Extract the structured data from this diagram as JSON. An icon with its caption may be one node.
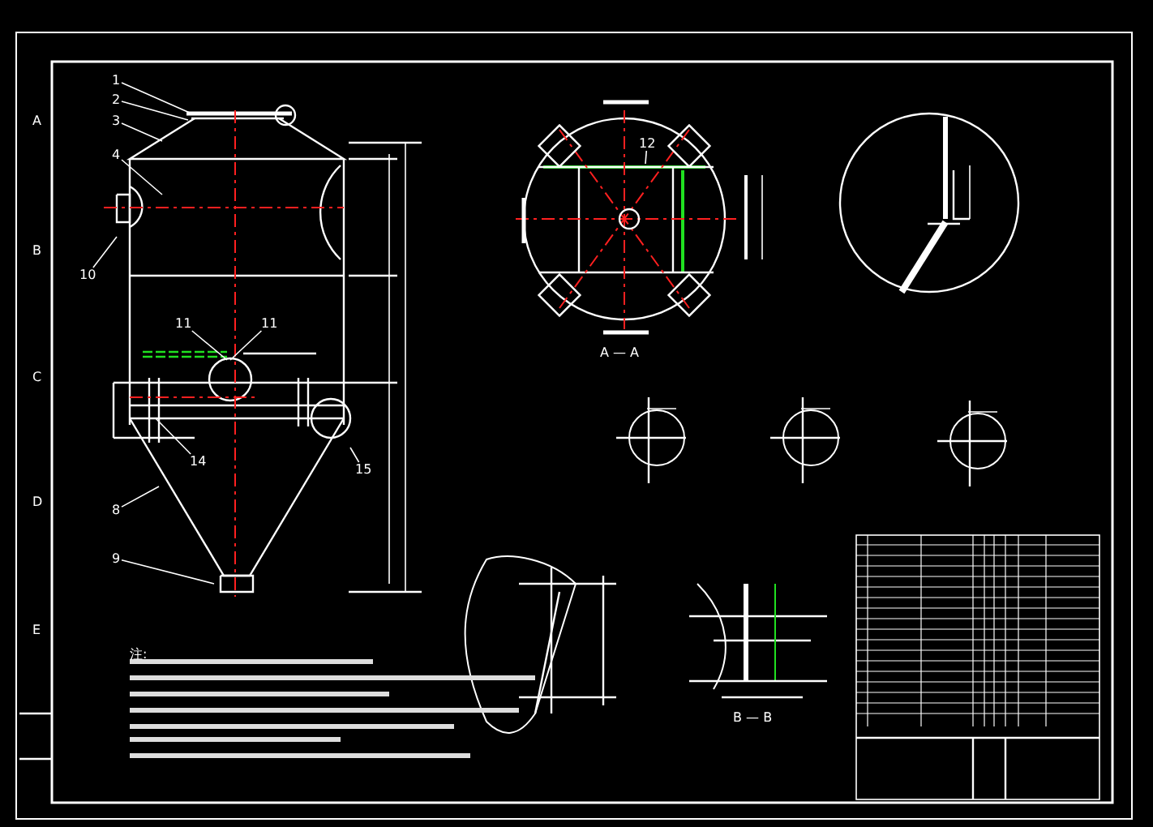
{
  "diagram": {
    "nodes": [
      {
        "text": [
          "1"
        ]
      },
      {
        "text": [
          "2"
        ]
      },
      {
        "text": [
          "3"
        ]
      },
      {
        "text": [
          "4"
        ]
      },
      {
        "text": [
          "10"
        ]
      },
      {
        "text": [
          "11"
        ]
      },
      {
        "text": [
          "14"
        ]
      },
      {
        "text": [
          "11"
        ]
      },
      {
        "text": [
          "8"
        ]
      },
      {
        "text": [
          "9"
        ]
      },
      {
        "text": [
          "15"
        ]
      },
      {
        "text": [
          "12"
        ]
      }
    ],
    "edges": [
      {
        "from": 0,
        "to": null,
        "arrow": "none"
      },
      {
        "from": 1,
        "to": null,
        "arrow": "none"
      },
      {
        "from": 2,
        "to": null,
        "arrow": "none"
      },
      {
        "from": 3,
        "to": null,
        "arrow": "none"
      },
      {
        "from": 4,
        "to": null,
        "arrow": "none"
      },
      {
        "from": 5,
        "to": null,
        "arrow": "none"
      },
      {
        "from": 6,
        "to": null,
        "arrow": "none"
      },
      {
        "from": 7,
        "to": null,
        "arrow": "none"
      },
      {
        "from": 8,
        "to": null,
        "arrow": "none"
      },
      {
        "from": 9,
        "to": null,
        "arrow": "none"
      },
      {
        "from": 10,
        "to": null,
        "arrow": "none"
      },
      {
        "from": 11,
        "to": null,
        "arrow": "none"
      }
    ],
    "labels": [
      "A",
      "B",
      "C",
      "D",
      "E",
      "A — A",
      "B — B",
      "注:"
    ]
  }
}
